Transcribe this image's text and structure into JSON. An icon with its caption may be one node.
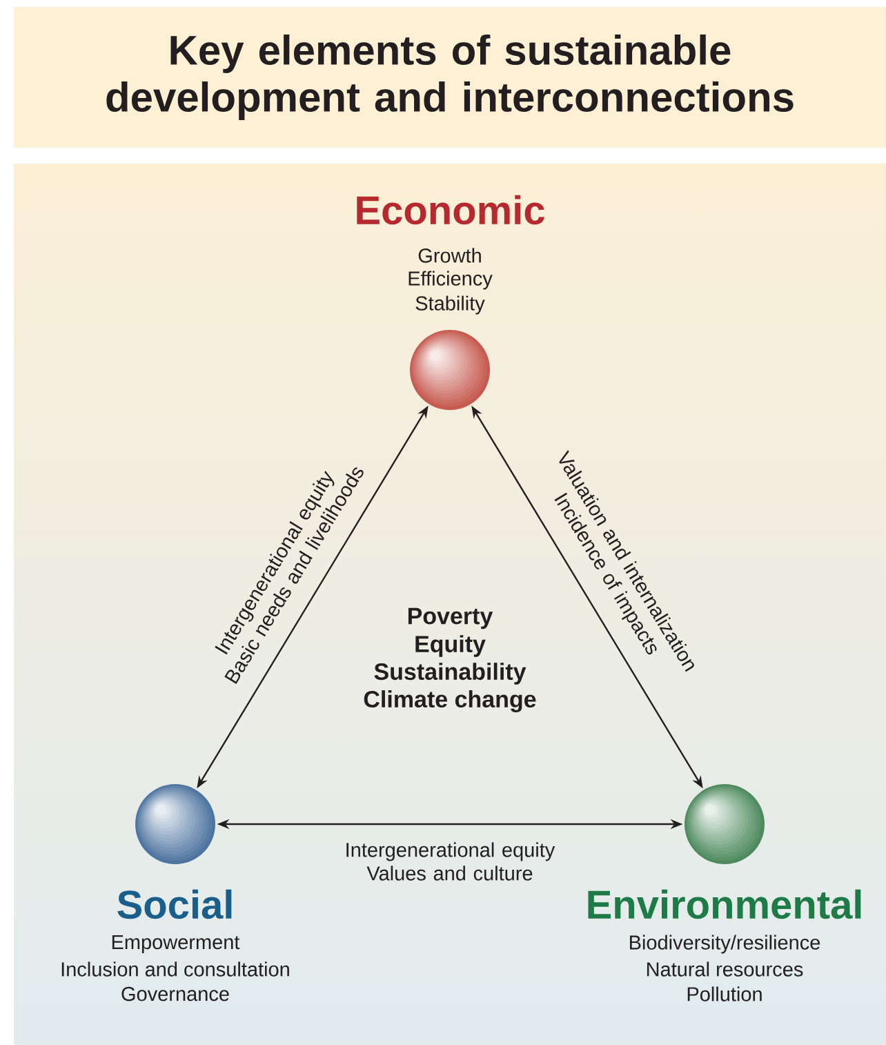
{
  "diagram": {
    "title": "Key elements of sustainable development and interconnections",
    "nodes": [
      {
        "text": [
          "Economic",
          "Growth",
          "Efficiency",
          "Stability"
        ]
      },
      {
        "text": [
          "Social",
          "Empowerment",
          "Inclusion and consultation",
          "Governance"
        ]
      },
      {
        "text": [
          "Environmental",
          "Biodiversity/resilience",
          "Natural resources",
          "Pollution"
        ]
      }
    ],
    "edges": [
      {
        "from": 1,
        "to": 0,
        "arrow": "both",
        "label": "Intergenerational equity Basic needs and livelihoods"
      },
      {
        "from": 0,
        "to": 2,
        "arrow": "both",
        "label": "Valuation and internalization Incidence of impacts"
      },
      {
        "from": 1,
        "to": 2,
        "arrow": "both",
        "label": "Intergenerational equity Values and culture"
      }
    ],
    "labels": [
      "Poverty",
      "Equity",
      "Sustainability",
      "Climate change"
    ]
  }
}
